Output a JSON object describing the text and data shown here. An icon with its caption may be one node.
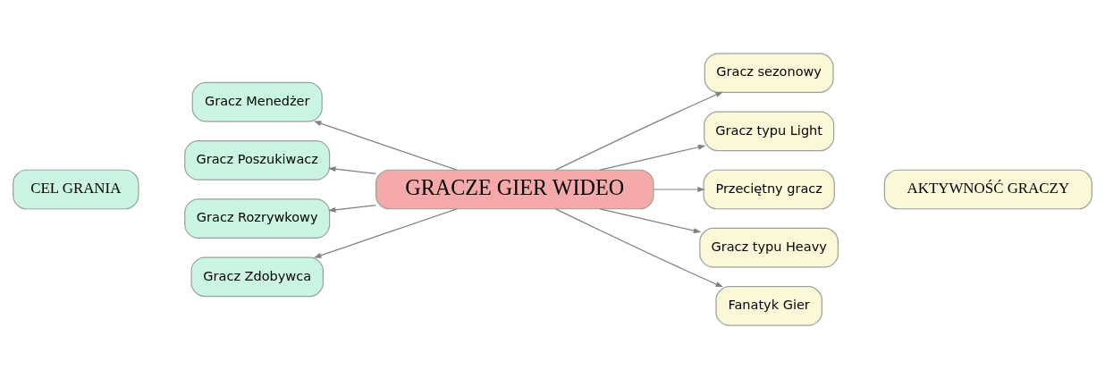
{
  "diagram": {
    "nodes": [
      {
        "text": [
          "GRACZE GIER WIDEO"
        ]
      },
      {
        "text": [
          "Gracz Menedżer"
        ]
      },
      {
        "text": [
          "Gracz Poszukiwacz"
        ]
      },
      {
        "text": [
          "Gracz Rozrywkowy"
        ]
      },
      {
        "text": [
          "Gracz Zdobywca"
        ]
      },
      {
        "text": [
          "Gracz sezonowy"
        ]
      },
      {
        "text": [
          "Gracz typu Light"
        ]
      },
      {
        "text": [
          "Przeciętny gracz"
        ]
      },
      {
        "text": [
          "Gracz typu Heavy"
        ]
      },
      {
        "text": [
          "Fanatyk Gier"
        ]
      },
      {
        "text": [
          "CEL GRANIA"
        ]
      },
      {
        "text": [
          "AKTYWNOŚĆ GRACZY"
        ]
      }
    ],
    "edges": [
      {
        "from": 0,
        "to": 1,
        "arrow": "to"
      },
      {
        "from": 0,
        "to": 2,
        "arrow": "to"
      },
      {
        "from": 0,
        "to": 3,
        "arrow": "to"
      },
      {
        "from": 0,
        "to": 4,
        "arrow": "to"
      },
      {
        "from": 0,
        "to": 5,
        "arrow": "to"
      },
      {
        "from": 0,
        "to": 6,
        "arrow": "to"
      },
      {
        "from": 0,
        "to": 7,
        "arrow": "to"
      },
      {
        "from": 0,
        "to": 8,
        "arrow": "to"
      },
      {
        "from": 0,
        "to": 9,
        "arrow": "to"
      }
    ]
  }
}
